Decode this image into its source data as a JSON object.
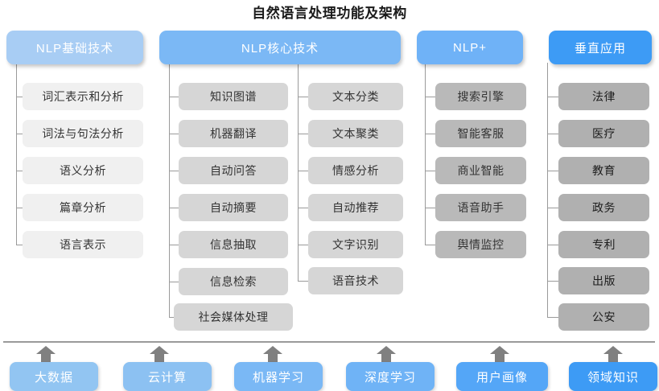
{
  "title": "自然语言处理功能及架构",
  "colors": {
    "header_basic": "#a8cdf4",
    "header_core": "#7bb8f5",
    "header_plus": "#6fb2f7",
    "header_vertical": "#3d9bf5",
    "node_light": "#f0f0f0",
    "node_mid": "#d6d6d6",
    "node_dark": "#b0b0b0",
    "connector": "#9a9a9a",
    "arrow": "#808080",
    "title_text": "#1a1a1a"
  },
  "columns": [
    {
      "id": "nlp-basic",
      "header": "NLP基础技术",
      "header_color": "#a8cdf4",
      "node_color": "#f0f0f0",
      "nodes": [
        "词汇表示和分析",
        "词法与句法分析",
        "语义分析",
        "篇章分析",
        "语言表示"
      ]
    },
    {
      "id": "nlp-core-a",
      "header": "NLP核心技术",
      "header_color": "#7bb8f5",
      "node_color": "#d6d6d6",
      "nodes": [
        "知识图谱",
        "机器翻译",
        "自动问答",
        "自动摘要",
        "信息抽取",
        "信息检索",
        "社会媒体处理"
      ]
    },
    {
      "id": "nlp-core-b",
      "header": "",
      "header_color": "#7bb8f5",
      "node_color": "#d6d6d6",
      "nodes": [
        "文本分类",
        "文本聚类",
        "情感分析",
        "自动推荐",
        "文字识别",
        "语音技术"
      ]
    },
    {
      "id": "nlp-plus",
      "header": "NLP+",
      "header_color": "#6fb2f7",
      "node_color": "#b9b9b9",
      "nodes": [
        "搜索引擎",
        "智能客服",
        "商业智能",
        "语音助手",
        "舆情监控"
      ]
    },
    {
      "id": "vertical-app",
      "header": "垂直应用",
      "header_color": "#3d9bf5",
      "node_color": "#b0b0b0",
      "nodes": [
        "法律",
        "医疗",
        "教育",
        "政务",
        "专利",
        "出版",
        "公安"
      ]
    }
  ],
  "foundation": {
    "arrow_icon": "arrow-up-icon",
    "items": [
      {
        "label": "大数据",
        "color": "#92c5f2"
      },
      {
        "label": "云计算",
        "color": "#8cc1f2"
      },
      {
        "label": "机器学习",
        "color": "#7ab8f5"
      },
      {
        "label": "深度学习",
        "color": "#6fb3f6"
      },
      {
        "label": "用户画像",
        "color": "#54a6f7"
      },
      {
        "label": "领域知识",
        "color": "#3d9bf5"
      }
    ]
  },
  "watermark": ""
}
